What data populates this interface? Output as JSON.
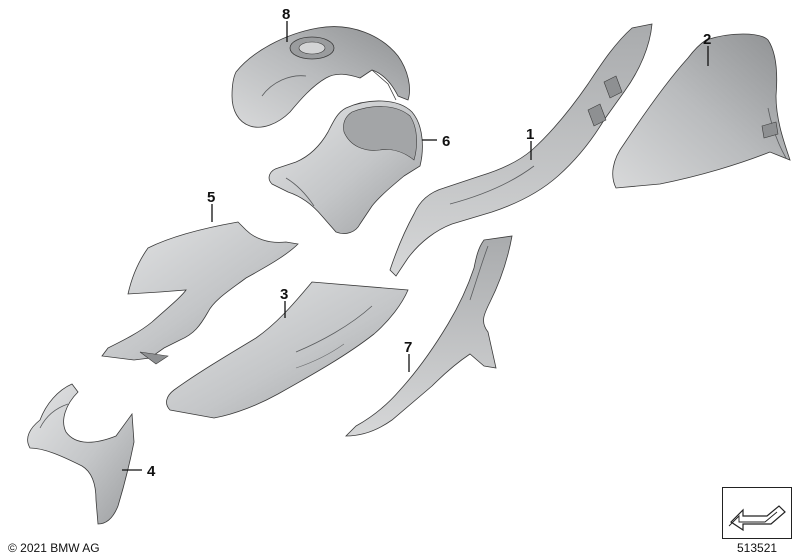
{
  "diagram": {
    "parts": [
      {
        "number": "1"
      },
      {
        "number": "2"
      },
      {
        "number": "3"
      },
      {
        "number": "4"
      },
      {
        "number": "5"
      },
      {
        "number": "6"
      },
      {
        "number": "7"
      },
      {
        "number": "8"
      }
    ],
    "colors": {
      "part_fill": "#c4c6c8",
      "part_light": "#dfe0e1",
      "part_dark": "#8f9193",
      "outline": "#3a3a3a"
    }
  },
  "footer": {
    "copyright": "© 2021 BMW AG",
    "doc_number": "513521"
  },
  "reference_icon": "arrow-box-icon"
}
